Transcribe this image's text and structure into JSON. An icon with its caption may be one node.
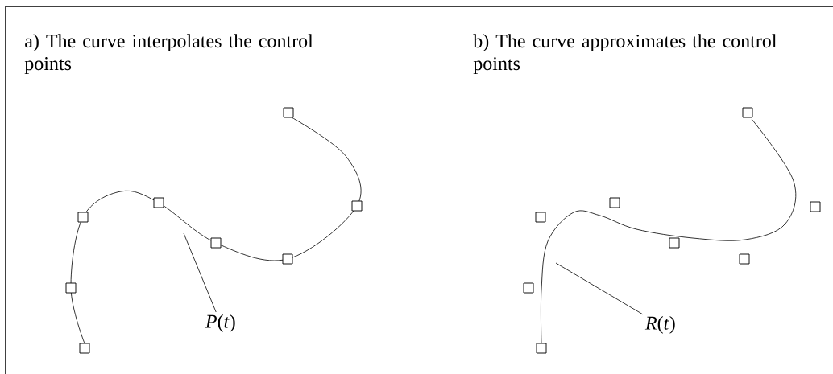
{
  "diagram": {
    "nodes": [
      {
        "text": [
          "*P*(*t*)"
        ]
      },
      {
        "text": [
          "*R*(*t*)"
        ]
      }
    ],
    "edges": [
      {
        "from": 0,
        "to": null,
        "arrow": "none"
      },
      {
        "from": 1,
        "to": null,
        "arrow": "none"
      }
    ],
    "labels": [
      "a) The curve interpolates the control points",
      "b) The curve approximates the control points"
    ]
  }
}
